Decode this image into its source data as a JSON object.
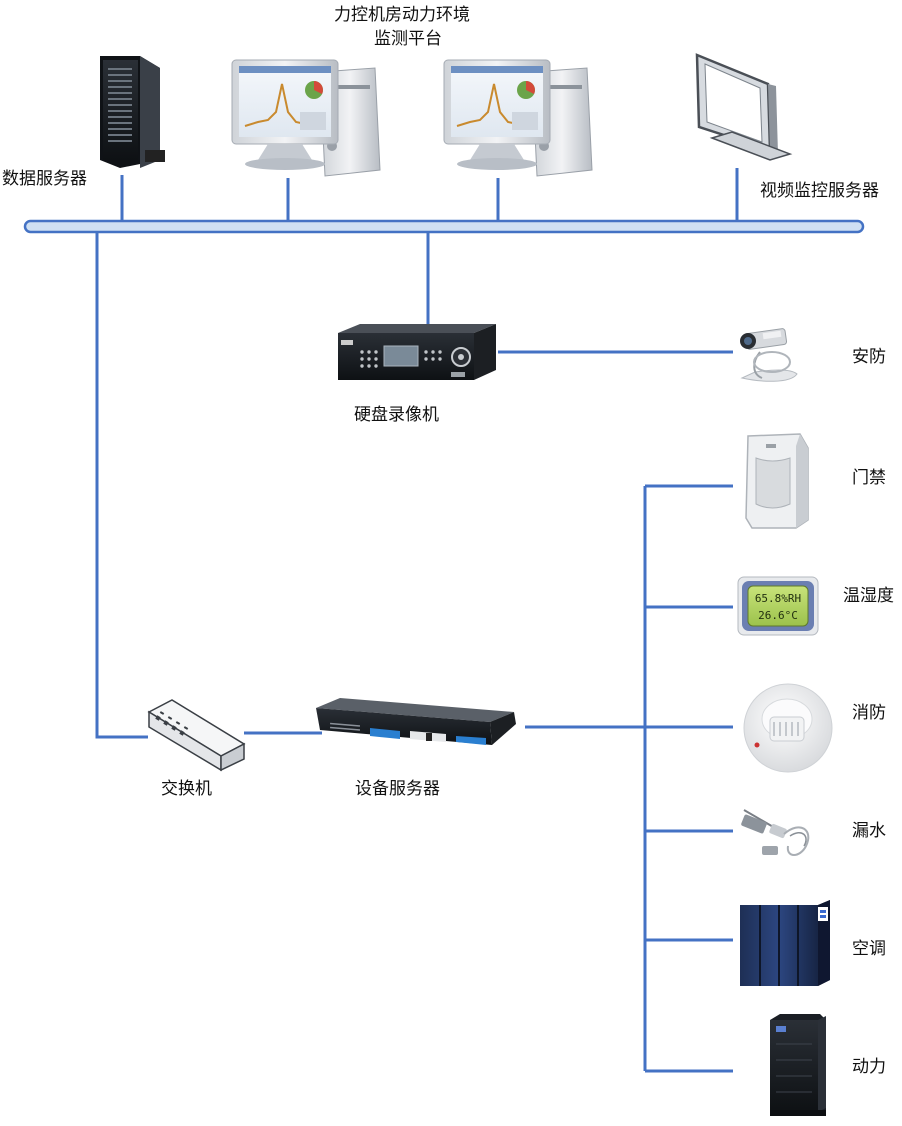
{
  "nodes": {
    "data_server": {
      "label": "数据服务器",
      "icon": "tower-server-icon"
    },
    "platform": {
      "label_line1": "力控机房动力环境",
      "label_line2": "监测平台",
      "icon": "workstation-icon"
    },
    "video_server": {
      "label": "视频监控服务器",
      "icon": "monitor-icon"
    },
    "dvr": {
      "label": "硬盘录像机",
      "icon": "dvr-icon"
    },
    "switch": {
      "label": "交换机",
      "icon": "switch-icon"
    },
    "device_server": {
      "label": "设备服务器",
      "icon": "rack-server-icon"
    }
  },
  "devices": [
    {
      "label": "安防",
      "icon": "camera-icon"
    },
    {
      "label": "门禁",
      "icon": "access-reader-icon"
    },
    {
      "label": "温湿度",
      "icon": "thermo-hygrometer-icon"
    },
    {
      "label": "消防",
      "icon": "smoke-detector-icon"
    },
    {
      "label": "漏水",
      "icon": "leak-sensor-icon"
    },
    {
      "label": "空调",
      "icon": "air-conditioner-icon"
    },
    {
      "label": "动力",
      "icon": "ups-icon"
    }
  ],
  "thermo_display": {
    "line1": "65.8%RH",
    "line2": "26.6°C"
  },
  "colors": {
    "link": "#4472c4",
    "bus_fill": "#cfe0f3",
    "bus_stroke": "#4472c4"
  }
}
